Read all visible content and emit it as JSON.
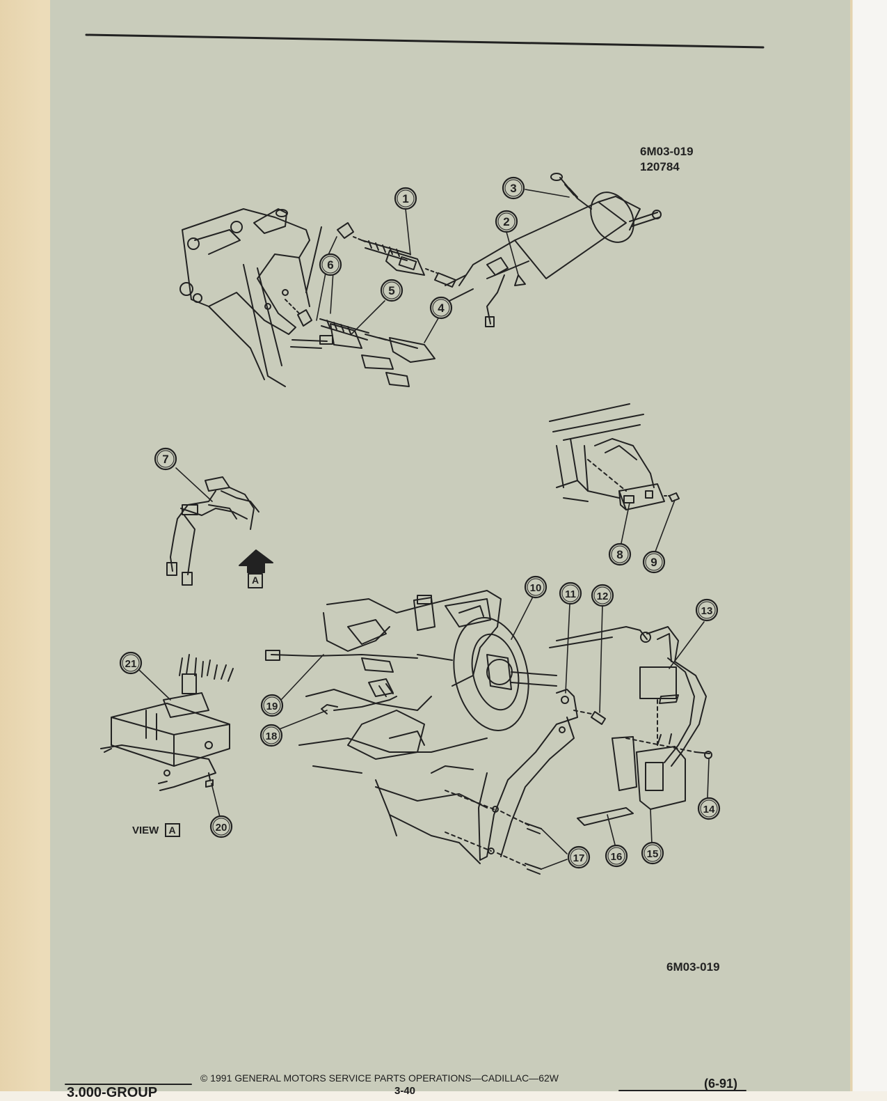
{
  "figure": {
    "ref_code": "6M03-019",
    "ref_date": "120784",
    "ref_code_bottom": "6M03-019",
    "view_text": "VIEW",
    "view_letter": "A",
    "arrow_letter": "A"
  },
  "callouts": [
    {
      "n": "1"
    },
    {
      "n": "2"
    },
    {
      "n": "3"
    },
    {
      "n": "4"
    },
    {
      "n": "5"
    },
    {
      "n": "6"
    },
    {
      "n": "7"
    },
    {
      "n": "8"
    },
    {
      "n": "9"
    },
    {
      "n": "10"
    },
    {
      "n": "11"
    },
    {
      "n": "12"
    },
    {
      "n": "13"
    },
    {
      "n": "14"
    },
    {
      "n": "15"
    },
    {
      "n": "16"
    },
    {
      "n": "17"
    },
    {
      "n": "18"
    },
    {
      "n": "19"
    },
    {
      "n": "20"
    },
    {
      "n": "21"
    }
  ],
  "footer": {
    "group": "3.000-GROUP",
    "copyright": "©  1991  GENERAL MOTORS SERVICE PARTS OPERATIONS—CADILLAC—62W",
    "page": "3-40",
    "date": "(6-91)"
  },
  "colors": {
    "paper": "#c9ccbb",
    "ink": "#1f1f1f",
    "margin": "#ecdcb9"
  }
}
